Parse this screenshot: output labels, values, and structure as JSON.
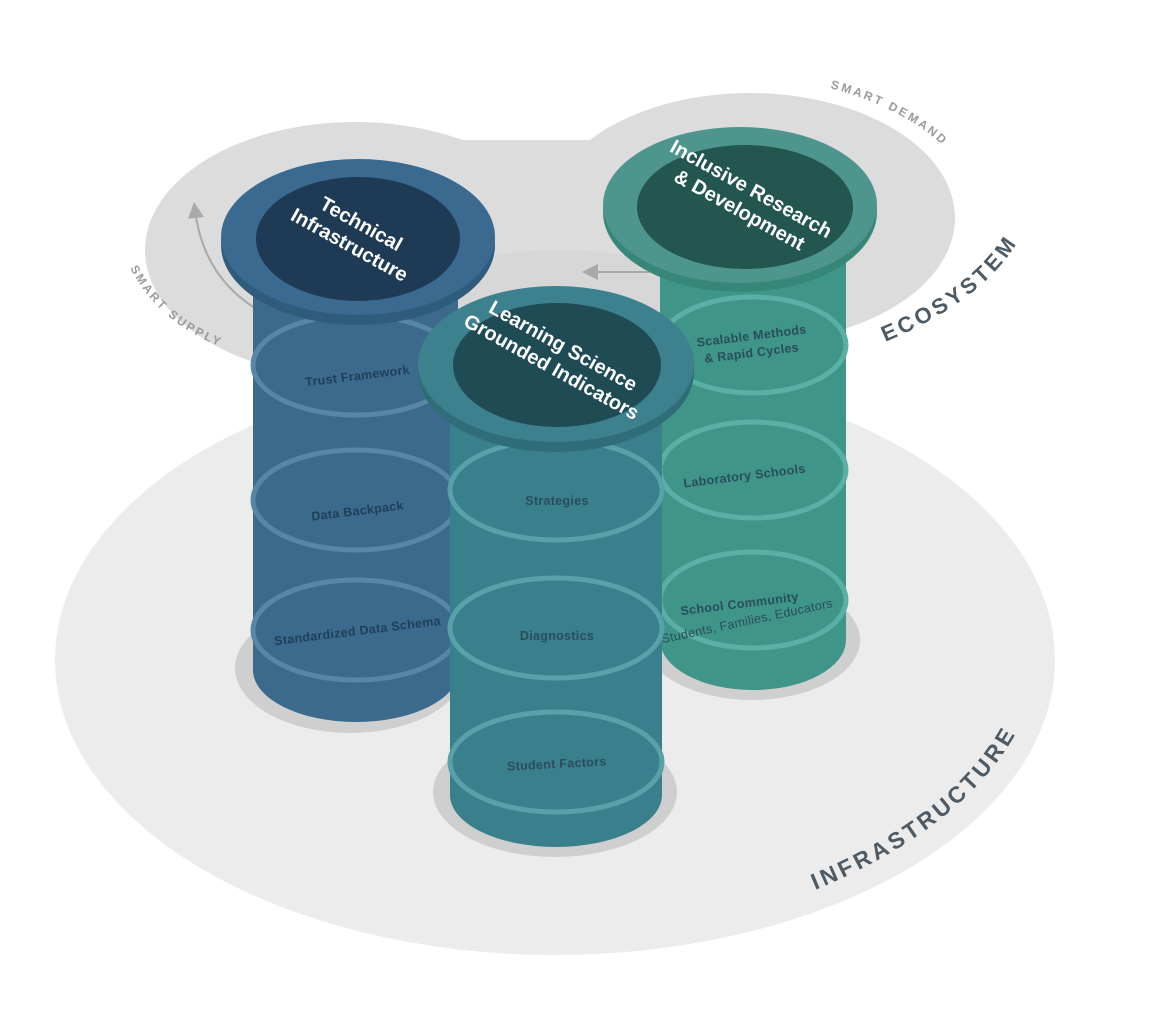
{
  "labels": {
    "infrastructure": "INFRASTRUCTURE",
    "ecosystem": "ECOSYSTEM",
    "smart_supply": "SMART SUPPLY",
    "smart_demand": "SMART DEMAND"
  },
  "pillars": {
    "technical": {
      "title_line1": "Technical",
      "title_line2": "Infrastructure",
      "bands": [
        "Trust Framework",
        "Data Backpack",
        "Standardized Data Schema"
      ]
    },
    "learning": {
      "title_line1": "Learning Science",
      "title_line2": "Grounded Indicators",
      "bands": [
        "Strategies",
        "Diagnostics",
        "Student Factors"
      ]
    },
    "research": {
      "title_line1": "Inclusive Research",
      "title_line2": "& Development",
      "bands": [
        "Scalable Methods",
        "& Rapid Cycles",
        "Laboratory Schools",
        "School Community",
        "Students, Families, Educators"
      ]
    }
  },
  "colors": {
    "technical_body": "#3b6a8d",
    "technical_cap": "#1e3a54",
    "learning_body": "#3a7f8c",
    "learning_cap": "#1e4b54",
    "research_body": "#3f9588",
    "research_cap": "#23564f",
    "platform": "#ececec",
    "ecosystem_ring": "#dcdcdc"
  }
}
